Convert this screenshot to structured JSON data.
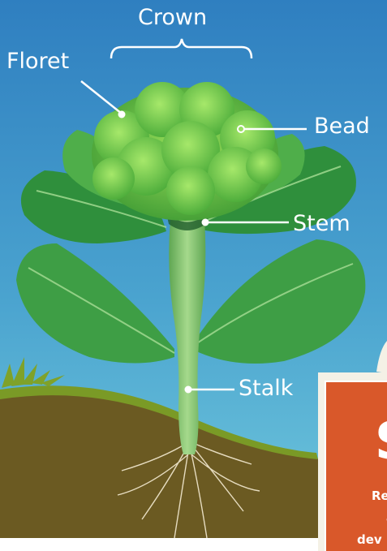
{
  "labels": {
    "crown": "Crown",
    "floret": "Floret",
    "bead": "Bead",
    "stem": "Stem",
    "stalk": "Stalk"
  },
  "card": {
    "big_letter": "S",
    "line1": "Re",
    "line2": "a",
    "line3": "dev"
  },
  "colors": {
    "sky_top": "#2f7fc0",
    "sky_bottom": "#6fc7dc",
    "soil": "#6b5a22",
    "grass": "#7a9a26",
    "leaf_dark": "#2f8f3c",
    "leaf_light": "#5cbd55",
    "stalk": "#8ec97a",
    "floret": "#7ed04a",
    "card_orange": "#d9582a",
    "card_cream": "#f4f1e6",
    "roots": "#e6dcc0"
  }
}
